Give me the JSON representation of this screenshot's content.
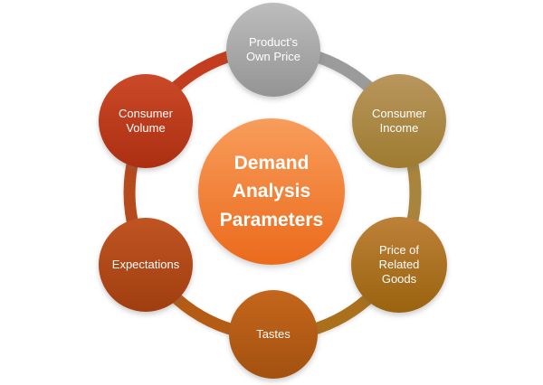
{
  "diagram": {
    "title": "Demand Analysis Parameters",
    "center": {
      "label": "Demand Analysis Parameters",
      "color_top": "#F89D5B",
      "color_bottom": "#EB6A1C"
    },
    "nodes": [
      {
        "id": "products-own-price",
        "label": "Product’s Own Price",
        "color_top": "#BDBDBD",
        "color_bottom": "#949494",
        "ring_color": "#9B9B9B"
      },
      {
        "id": "consumer-income",
        "label": "Consumer Income",
        "color_top": "#B8965E",
        "color_bottom": "#9E7B2F",
        "ring_color": "#A8843C"
      },
      {
        "id": "price-of-related-goods",
        "label": "Price of Related Goods",
        "color_top": "#BD8139",
        "color_bottom": "#9A630E",
        "ring_color": "#AA701C"
      },
      {
        "id": "tastes",
        "label": "Tastes",
        "color_top": "#C4661C",
        "color_bottom": "#A35110",
        "ring_color": "#B55C14"
      },
      {
        "id": "expectations",
        "label": "Expectations",
        "color_top": "#C05422",
        "color_bottom": "#A03E10",
        "ring_color": "#B54A1C"
      },
      {
        "id": "consumer-volume",
        "label": "Consumer Volume",
        "color_top": "#CA4928",
        "color_bottom": "#AC2F12",
        "ring_color": "#C33D1E"
      }
    ]
  }
}
